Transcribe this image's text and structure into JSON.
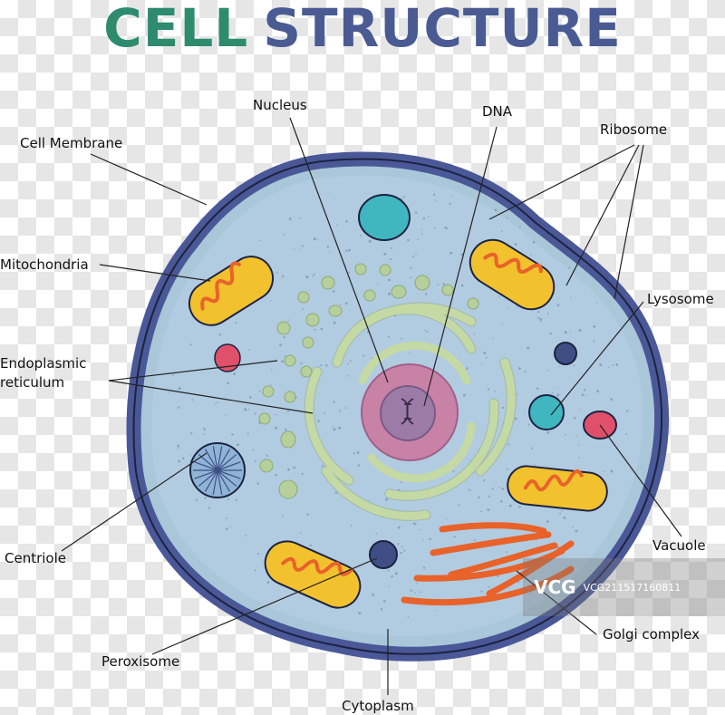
{
  "title": {
    "part1": "CELL",
    "part2": "STRUCTURE"
  },
  "labels": {
    "nucleus": "Nucleus",
    "dna": "DNA",
    "cell_membrane": "Cell Membrane",
    "ribosome": "Ribosome",
    "mitochondria": "Mitochondria",
    "lysosome": "Lysosome",
    "er_line1": "Endoplasmic",
    "er_line2": "reticulum",
    "centriole": "Centriole",
    "vacuole": "Vacuole",
    "golgi": "Golgi complex",
    "peroxisome": "Peroxisome",
    "cytoplasm": "Cytoplasm"
  },
  "watermark": {
    "logo": "VCG",
    "code": "VCG211517160811"
  },
  "colors": {
    "membrane": "#4a5898",
    "cytoplasm": "#a9c7d9",
    "mito_outer": "#f2c12e",
    "mito_inner": "#e8622a",
    "er": "#c5d9a5",
    "nucleus": "#c882a6",
    "nucleolus": "#9c7ba7",
    "golgi": "#e8622a",
    "lysosome": "#3fb6c0",
    "vacuole": "#e0506a",
    "peroxisome": "#3f4f86",
    "title_cell": "#2e8b6e",
    "title_structure": "#4a5a93"
  }
}
